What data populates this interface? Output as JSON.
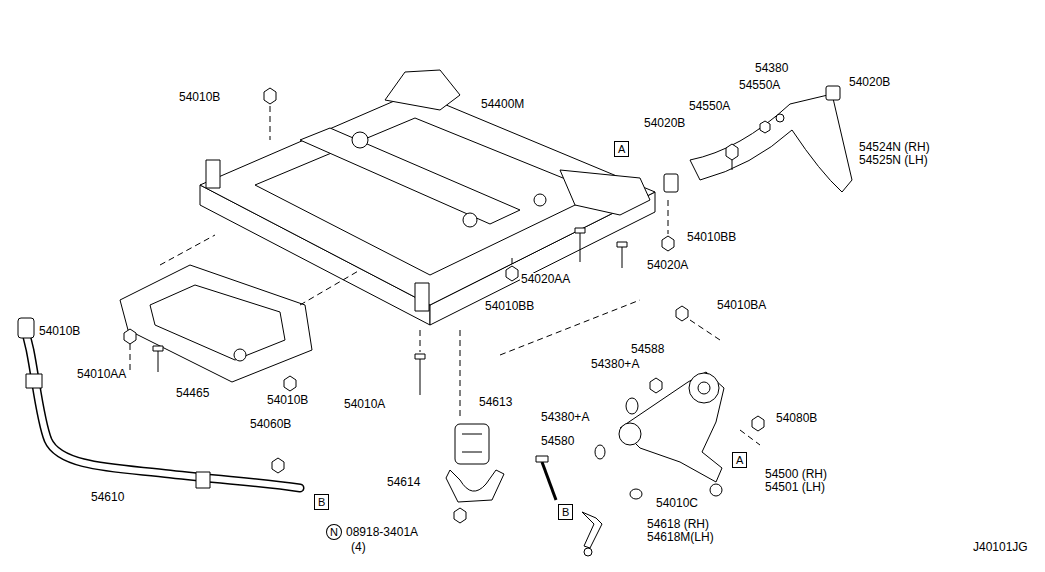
{
  "diagram": {
    "nodes": [
      {
        "text": [
          "A"
        ]
      },
      {
        "text": [
          "A"
        ]
      },
      {
        "text": [
          "B"
        ]
      },
      {
        "text": [
          "B"
        ]
      },
      {
        "text": [
          "N"
        ]
      }
    ],
    "edges": [],
    "labels": [
      "54010B",
      "54400M",
      "54380",
      "54020B",
      "54550A",
      "54550A",
      "54020B",
      "54524N (RH)",
      "54525N (LH)",
      "54010BB",
      "54020A",
      "54020AA",
      "54010BB",
      "54010B",
      "54010AA",
      "54465",
      "54010B",
      "54010A",
      "54010BA",
      "54588",
      "54380+A",
      "54613",
      "54380+A",
      "54080B",
      "54580",
      "54614",
      "54500 (RH)",
      "54501 (LH)",
      "54010C",
      "54618 (RH)",
      "54618M(LH)",
      "08918-3401A",
      "(4)",
      "54060B",
      "54610",
      "J40101JG"
    ]
  }
}
